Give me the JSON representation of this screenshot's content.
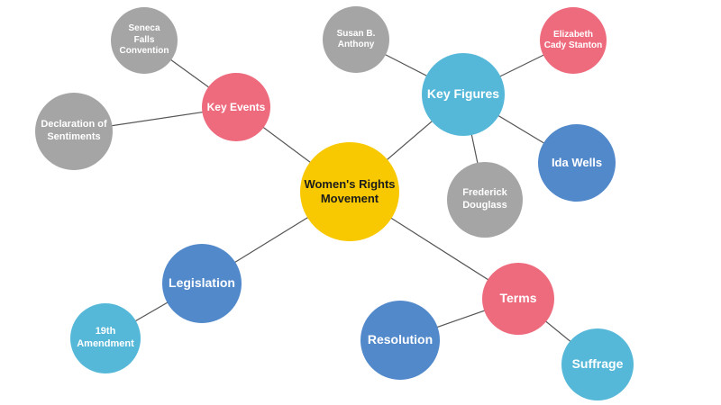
{
  "colors": {
    "yellow": "#F8C800",
    "pink": "#EE6B7E",
    "teal": "#56B8D9",
    "blue": "#5289CB",
    "gray": "#A5A5A5",
    "line": "#555555"
  },
  "diagram": {
    "center": {
      "label": "Women's Rights\nMovement",
      "color": "yellow"
    },
    "key_events": {
      "label": "Key Events",
      "color": "pink",
      "seneca_falls": {
        "label": "Seneca\nFalls\nConvention",
        "color": "gray"
      },
      "declaration": {
        "label": "Declaration of\nSentiments",
        "color": "gray"
      }
    },
    "key_figures": {
      "label": "Key Figures",
      "color": "teal",
      "susan_b_anthony": {
        "label": "Susan B.\nAnthony",
        "color": "gray"
      },
      "elizabeth_cady_stanton": {
        "label": "Elizabeth\nCady Stanton",
        "color": "pink"
      },
      "ida_wells": {
        "label": "Ida Wells",
        "color": "blue"
      },
      "frederick_douglass": {
        "label": "Frederick\nDouglass",
        "color": "gray"
      }
    },
    "legislation": {
      "label": "Legislation",
      "color": "blue",
      "nineteenth_amendment": {
        "label": "19th\nAmendment",
        "color": "teal"
      }
    },
    "terms": {
      "label": "Terms",
      "color": "pink",
      "resolution": {
        "label": "Resolution",
        "color": "blue"
      },
      "suffrage": {
        "label": "Suffrage",
        "color": "teal"
      }
    }
  }
}
